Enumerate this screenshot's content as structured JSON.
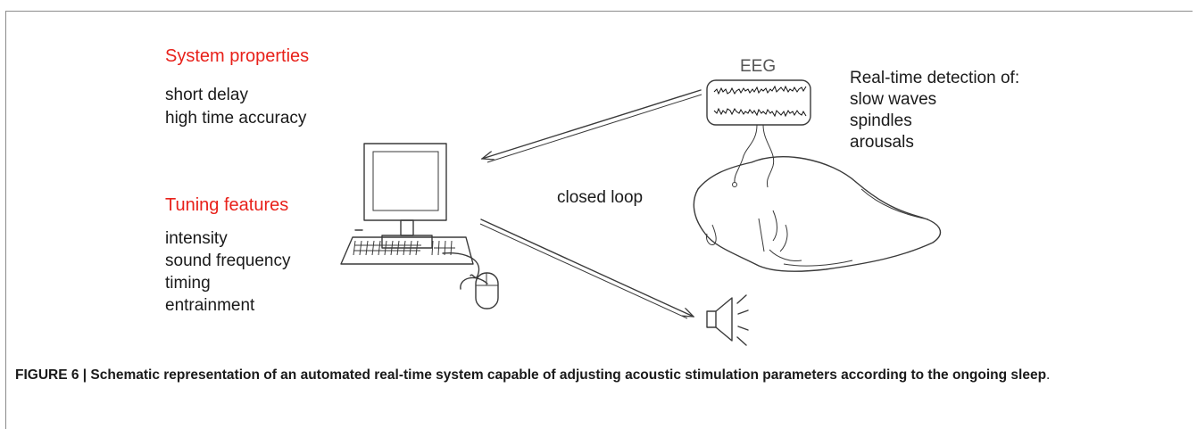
{
  "system_properties": {
    "heading": "System properties",
    "items": [
      "short delay",
      "high time accuracy"
    ]
  },
  "tuning_features": {
    "heading": "Tuning features",
    "items": [
      "intensity",
      "sound frequency",
      "timing",
      "entrainment"
    ]
  },
  "eeg_label": "EEG",
  "detection": {
    "heading": "Real-time detection of:",
    "items": [
      "slow waves",
      "spindles",
      "arousals"
    ]
  },
  "loop_label": "closed loop",
  "caption": {
    "text": "FIGURE 6 | Schematic representation of an automated real-time system capable of adjusting acoustic stimulation parameters according to the ongoing sleep",
    "period": "."
  },
  "colors": {
    "heading_red": "#e8211a",
    "ink": "#3a3a3a",
    "frame": "#8c8c8c"
  },
  "icons": [
    "computer-icon",
    "mouse-icon",
    "sleeping-head-icon",
    "eeg-monitor-icon",
    "speaker-icon"
  ]
}
